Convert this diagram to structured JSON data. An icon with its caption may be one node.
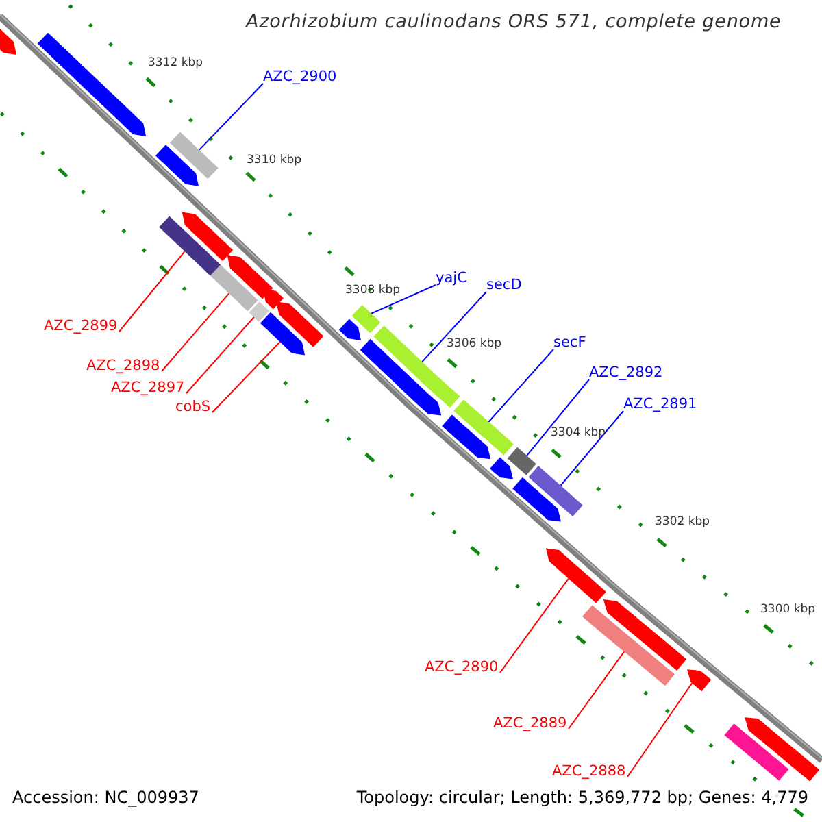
{
  "diagram": {
    "title": "Azorhizobium caulinodans ORS 571, complete genome",
    "nodes": [
      {
        "text": [
          "AZC_2900"
        ]
      },
      {
        "text": [],
        "shape": "bar"
      },
      {
        "text": [
          "yajC"
        ]
      },
      {
        "text": [],
        "shape": "bar"
      },
      {
        "text": [
          "AZC_2899"
        ]
      },
      {
        "text": [],
        "shape": "bar"
      },
      {
        "text": [
          "secD"
        ]
      },
      {
        "text": [],
        "shape": "bar"
      },
      {
        "text": [
          "secF"
        ]
      },
      {
        "text": [],
        "shape": "bar"
      },
      {
        "text": [
          "AZC_2898"
        ]
      },
      {
        "text": [],
        "shape": "bar"
      },
      {
        "text": [
          "AZC_2897"
        ]
      },
      {
        "text": [],
        "shape": "bar"
      },
      {
        "text": [
          "AZC_2892"
        ]
      },
      {
        "text": [],
        "shape": "bar"
      },
      {
        "text": [
          "cobS"
        ]
      },
      {
        "text": [],
        "shape": "arrow"
      },
      {
        "text": [
          "AZC_2891"
        ]
      },
      {
        "text": [],
        "shape": "bar"
      },
      {
        "text": [
          "AZC_2890"
        ]
      },
      {
        "text": [],
        "shape": "arrow"
      },
      {
        "text": [
          "AZC_2889"
        ]
      },
      {
        "text": [],
        "shape": "bar"
      },
      {
        "text": [
          "AZC_2888"
        ]
      },
      {
        "text": [],
        "shape": "arrow"
      },
      {
        "text": [],
        "shape": "arrow"
      },
      {
        "text": [],
        "shape": "arrow"
      },
      {
        "text": [],
        "shape": "arrow"
      },
      {
        "text": [],
        "shape": "arrow"
      },
      {
        "text": [],
        "shape": "arrow"
      },
      {
        "text": [],
        "shape": "arrow"
      },
      {
        "text": [],
        "shape": "arrow"
      },
      {
        "text": [],
        "shape": "arrow"
      },
      {
        "text": [],
        "shape": "arrow"
      },
      {
        "text": [],
        "shape": "arrow"
      },
      {
        "text": [],
        "shape": "arrow"
      },
      {
        "text": [],
        "shape": "arrow"
      },
      {
        "text": [],
        "shape": "arrow"
      },
      {
        "text": [],
        "shape": "arrow"
      },
      {
        "text": [],
        "shape": "bar"
      }
    ],
    "edges": [
      {
        "from": 0,
        "to": 1,
        "arrow": "none",
        "color": "#0000ff"
      },
      {
        "from": 2,
        "to": 3,
        "arrow": "none",
        "color": "#0000ff"
      },
      {
        "from": 4,
        "to": 5,
        "arrow": "none"
      },
      {
        "from": 6,
        "to": 7,
        "arrow": "none",
        "color": "#0000ff"
      },
      {
        "from": 8,
        "to": 9,
        "arrow": "none",
        "color": "#0000ff"
      },
      {
        "from": 10,
        "to": 11,
        "arrow": "none"
      },
      {
        "from": 12,
        "to": 13,
        "arrow": "none"
      },
      {
        "from": 14,
        "to": 15,
        "arrow": "none",
        "color": "#0000ff"
      },
      {
        "from": 16,
        "to": 17,
        "arrow": "none"
      },
      {
        "from": 18,
        "to": 19,
        "arrow": "none",
        "color": "#0000ff"
      },
      {
        "from": 20,
        "to": 21,
        "arrow": "none"
      },
      {
        "from": 22,
        "to": 23,
        "arrow": "none"
      },
      {
        "from": 24,
        "to": 25,
        "arrow": "none"
      }
    ],
    "labels": [
      "3312 kbp",
      "3310 kbp",
      "3308 kbp",
      "3306 kbp",
      "3304 kbp",
      "3302 kbp",
      "3300 kbp",
      "Accession: NC_009937",
      "Topology: circular; Length: 5,369,772 bp; Genes: 4,779"
    ]
  }
}
